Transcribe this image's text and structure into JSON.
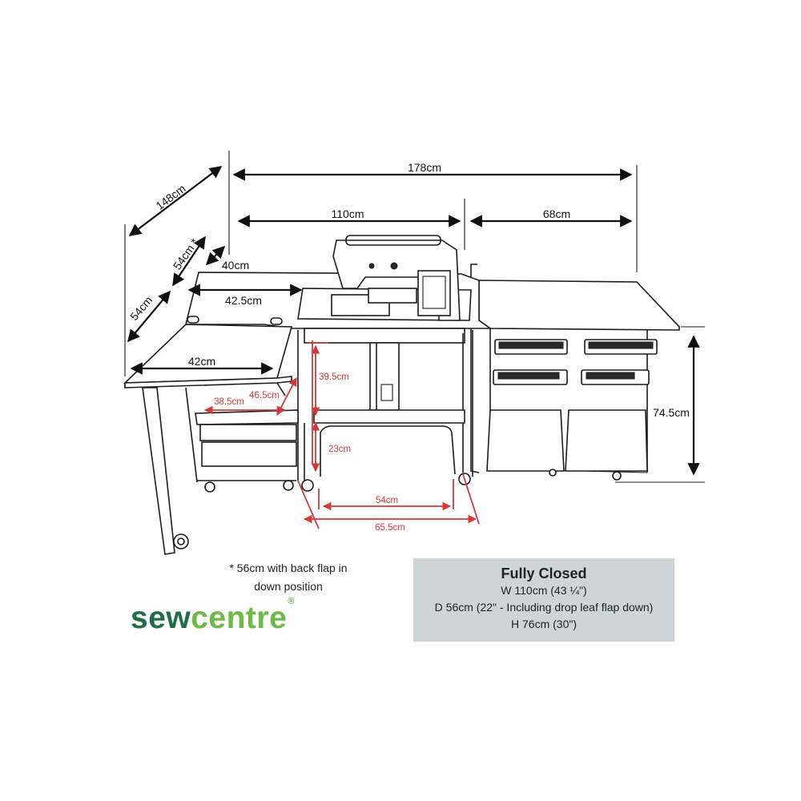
{
  "dimensions": {
    "width_total": "178cm",
    "width_center": "110cm",
    "width_right": "68cm",
    "depth_open": "148cm",
    "depth_rear_flap": "54cm *",
    "depth_front_flap": "54cm",
    "depth_rear_leaf": "40cm",
    "flap_width": "42.5cm",
    "leaf_width": "42cm",
    "height": "74.5cm"
  },
  "inner_dimensions": {
    "drawer_width": "38.5cm",
    "drawer_diag": "46.5cm",
    "knee_height": "39.5cm",
    "knee_bottom": "23cm",
    "leg_inner": "54cm",
    "leg_outer": "65.5cm"
  },
  "footnote": {
    "line1": "* 56cm with back flap in",
    "line2": "down position"
  },
  "logo": {
    "part1": "sew",
    "part2": "centre",
    "mark": "®"
  },
  "spec": {
    "title": "Fully Closed",
    "width": "W 110cm (43 ¼\")",
    "depth": "D 56cm (22\" - Including drop leaf flap down)",
    "height": "H 76cm (30\")"
  },
  "colors": {
    "dimension_red": "#d23a3a",
    "logo_dark_green": "#1f6e46",
    "logo_light_green": "#6cbb46",
    "spec_box_bg": "#ccd6d6"
  }
}
